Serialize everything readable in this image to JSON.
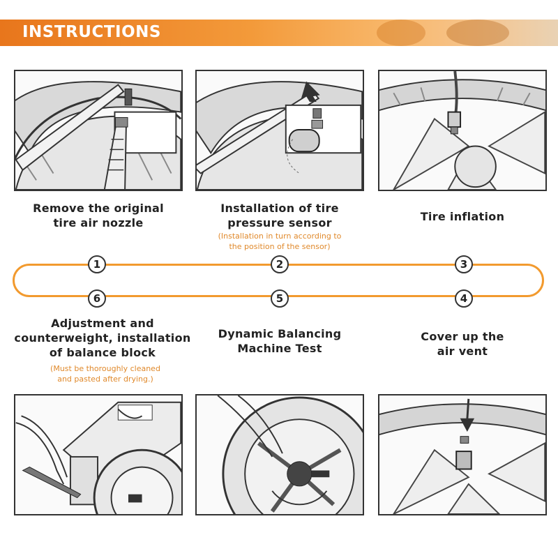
{
  "banner": {
    "title": "INSTRUCTIONS"
  },
  "steps": [
    {
      "number": "1",
      "title_lines": [
        "Remove the original",
        "tire air nozzle"
      ],
      "note_lines": []
    },
    {
      "number": "2",
      "title_lines": [
        "Installation of tire",
        "pressure sensor"
      ],
      "note_lines": [
        "(Installation in turn according to",
        "the position of the sensor)"
      ]
    },
    {
      "number": "3",
      "title_lines": [
        "Tire inflation"
      ],
      "note_lines": []
    },
    {
      "number": "4",
      "title_lines": [
        "Cover up the",
        "air vent"
      ],
      "note_lines": []
    },
    {
      "number": "5",
      "title_lines": [
        "Dynamic Balancing",
        "Machine Test"
      ],
      "note_lines": []
    },
    {
      "number": "6",
      "title_lines": [
        "Adjustment and",
        "counterweight, installation",
        "of balance block"
      ],
      "note_lines": [
        "(Must be thoroughly cleaned",
        "and pasted after drying.)"
      ]
    }
  ],
  "colors": {
    "accent": "#f29a2e",
    "note": "#e0892b",
    "line": "#333333"
  }
}
